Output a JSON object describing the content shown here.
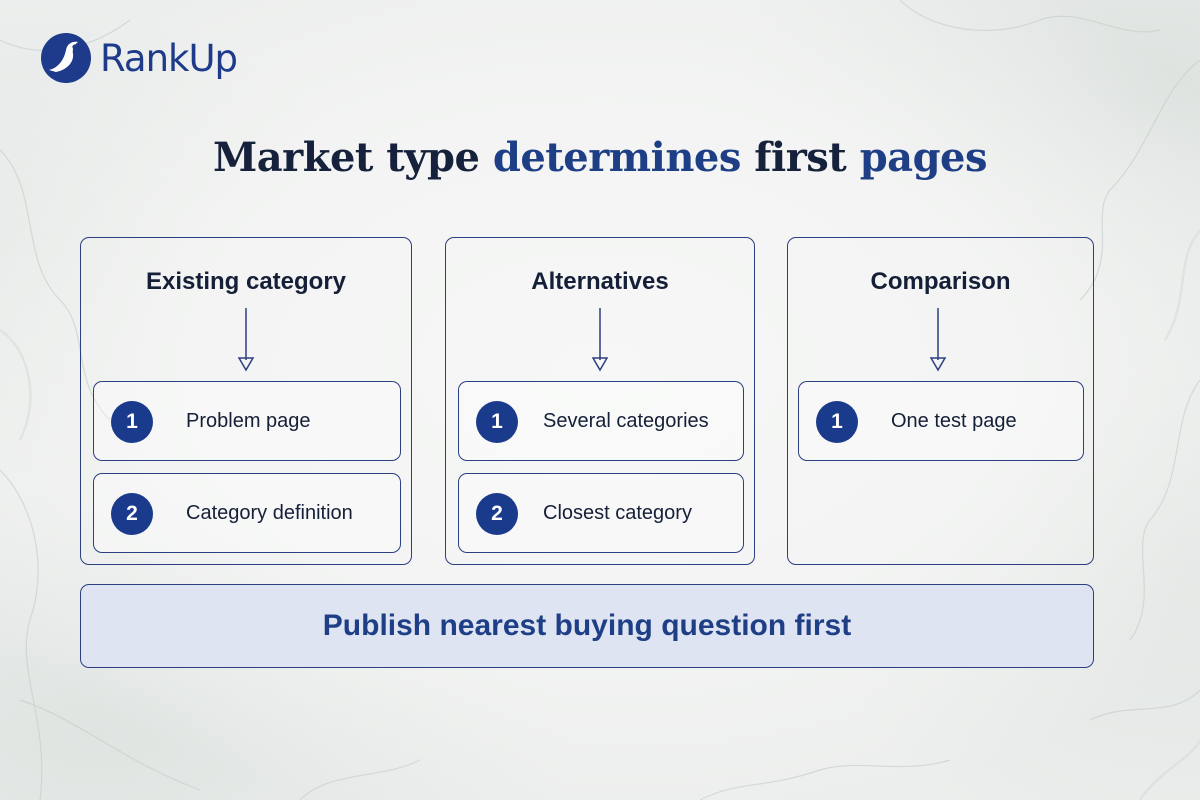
{
  "logo": {
    "name": "RankUp",
    "icon": "swoosh-logo-icon"
  },
  "title": {
    "part1": "Market type ",
    "part2": "determines",
    "part3": " first ",
    "part4": "pages"
  },
  "columns": [
    {
      "heading": "Existing category",
      "items": [
        {
          "number": "1",
          "label": "Problem page"
        },
        {
          "number": "2",
          "label": "Category definition"
        }
      ]
    },
    {
      "heading": "Alternatives",
      "items": [
        {
          "number": "1",
          "label": "Several categories"
        },
        {
          "number": "2",
          "label": "Closest category"
        }
      ]
    },
    {
      "heading": "Comparison",
      "items": [
        {
          "number": "1",
          "label": "One test page"
        }
      ]
    }
  ],
  "banner": {
    "text": "Publish nearest buying question first"
  },
  "colors": {
    "accent": "#1e3f86",
    "badge": "#1a3a8c",
    "border": "#2c3f80",
    "banner_fill": "#dfe4f2",
    "text": "#151f38"
  }
}
